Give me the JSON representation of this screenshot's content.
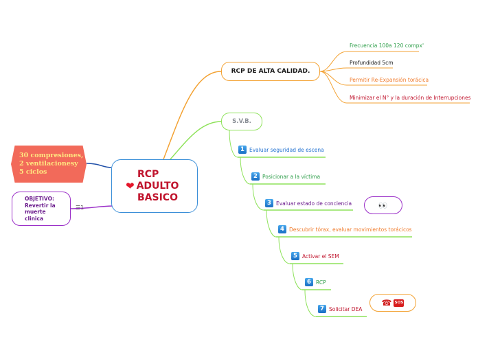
{
  "central": {
    "line1": "RCP",
    "line2": "ADULTO",
    "line3": "BASICO",
    "heart_icon": "heart-icon"
  },
  "compressions": {
    "line1": "30 compresiones,",
    "line2": "2 ventilacionesy",
    "line3": "5 ciclos"
  },
  "objetivo": {
    "title": "OBJETIVO:",
    "line1": "Revertir la",
    "line2": "muerte",
    "line3": "clinica",
    "notes_count": "1"
  },
  "rcp_branch": {
    "title": "RCP DE ALTA CALIDAD.",
    "items": [
      {
        "label": "Frecuencia 100a 120 compx'",
        "color": "#2e9e4a"
      },
      {
        "label": "Profundidad 5cm",
        "color": "#1a1a1a"
      },
      {
        "label": "Permitir Re-Expansión torácica",
        "color": "#f07a2a"
      },
      {
        "label": "Minimizar el N° y la duración de Interrupciones",
        "color": "#c0142d"
      }
    ]
  },
  "svb_branch": {
    "title": "S.V.B.",
    "steps": [
      {
        "num": "1",
        "label": "Evaluar seguridad de escena",
        "color": "#1e6fd0"
      },
      {
        "num": "2",
        "label": "Posicionar a la víctima",
        "color": "#2e9e4a"
      },
      {
        "num": "3",
        "label": "Evaluar estado de conciencia",
        "color": "#6a1a8c"
      },
      {
        "num": "4",
        "label": "Descubrir tórax, evaluar movimientos torácicos",
        "color": "#f07a2a"
      },
      {
        "num": "5",
        "label": "Activar el SEM",
        "color": "#c0142d"
      },
      {
        "num": "6",
        "label": "RCP",
        "color": "#2e9e4a"
      },
      {
        "num": "7",
        "label": "Solicitar DEA",
        "color": "#c0142d"
      }
    ]
  },
  "icons": {
    "eyes": "👀",
    "phone": "☎",
    "sos": "SOS"
  },
  "colors": {
    "orange": "#f3a233",
    "green": "#8ee25a",
    "blue": "#3b8fd8",
    "purple": "#9b2fc8",
    "coral": "#f26a5a"
  }
}
